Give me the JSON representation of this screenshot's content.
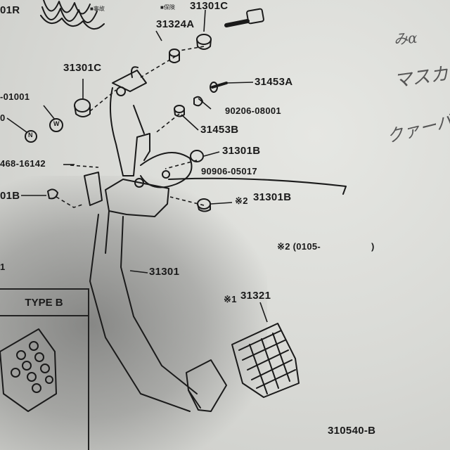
{
  "labels": {
    "top_left_part": "01R",
    "part_31301c_top": "31301C",
    "part_31324a": "31324A",
    "part_31301c": "31301C",
    "part_31453a": "31453A",
    "part_01001": "-01001",
    "part_90206_08001": "90206-08001",
    "part_31453b": "31453B",
    "part_31301b_a": "31301B",
    "part_468_16142": "468-16142",
    "part_90906_05017": "90906-05017",
    "part_01b": "01B",
    "part_31301b_b": "31301B",
    "mark_2": "※2",
    "note_2": "※2 (0105-",
    "note_2_close": ")",
    "part_31301": "31301",
    "mark_1": "※1",
    "part_31321": "31321",
    "type_b": "TYPE B",
    "figure_no": "310540-B",
    "circle_w": "W",
    "circle_n": "N",
    "bullet_jp": "■保険",
    "bullet_jp2": "■事故",
    "left_edge_a": "0",
    "left_edge_b": "1"
  },
  "handwriting": [
    "みα",
    "マスカ",
    "クァーバ"
  ]
}
